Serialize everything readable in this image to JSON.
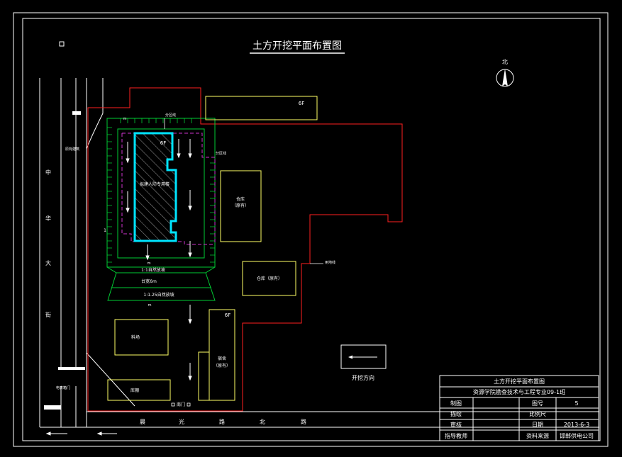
{
  "drawing": {
    "title": "土方开挖平面布置图",
    "north_label": "北",
    "buildings": {
      "main_label": "拟建人防专用楼",
      "main_floors": "6F",
      "top_right_floors": "6F",
      "warehouse1": "仓库",
      "warehouse1_note": "（原有）",
      "warehouse2": "仓库（原有）",
      "dormitory_floors": "6F",
      "dormitory": "宿舍",
      "dormitory_note": "（原有）",
      "material_yard": "料场",
      "processing_shed": "库棚"
    },
    "annotations": {
      "divider_line_1": "分区线",
      "divider_line_2": "分区线",
      "boundary_line": "用地线",
      "left_line": "原有建筑",
      "left_bottom": "电表箱门",
      "slope_1": "1:1自然放坡",
      "platform": "台宽6m",
      "slope_2": "1:1.25自然放坡",
      "mark_m1": "m",
      "mark_m2": "m",
      "mark_m3": "m",
      "mark_1": "1",
      "gate": "南门"
    },
    "street_left": [
      "中",
      "华",
      "大",
      "街"
    ],
    "street_bottom": [
      "晨",
      "光",
      "路",
      "北",
      "路"
    ],
    "legend": {
      "label": "开挖方向"
    }
  },
  "title_block": {
    "title": "土方开挖平面布置图",
    "subtitle": "资源学院勘查技术与工程专业09-1班",
    "rows": [
      {
        "c1": "制图",
        "c3": "图号",
        "c4": "5"
      },
      {
        "c1": "描绘",
        "c3": "比例尺",
        "c4": ""
      },
      {
        "c1": "审核",
        "c3": "日期",
        "c4": "2013-6-3"
      },
      {
        "c1": "指导教师",
        "c3": "资料来源",
        "c4": "邯郸供电公司"
      }
    ]
  },
  "colors": {
    "frame": "#ffffff",
    "boundary": "#ff2020",
    "excavation": "#00cc33",
    "building": "#00e5ff",
    "divider": "#cc33cc",
    "existing": "#ffff66"
  }
}
